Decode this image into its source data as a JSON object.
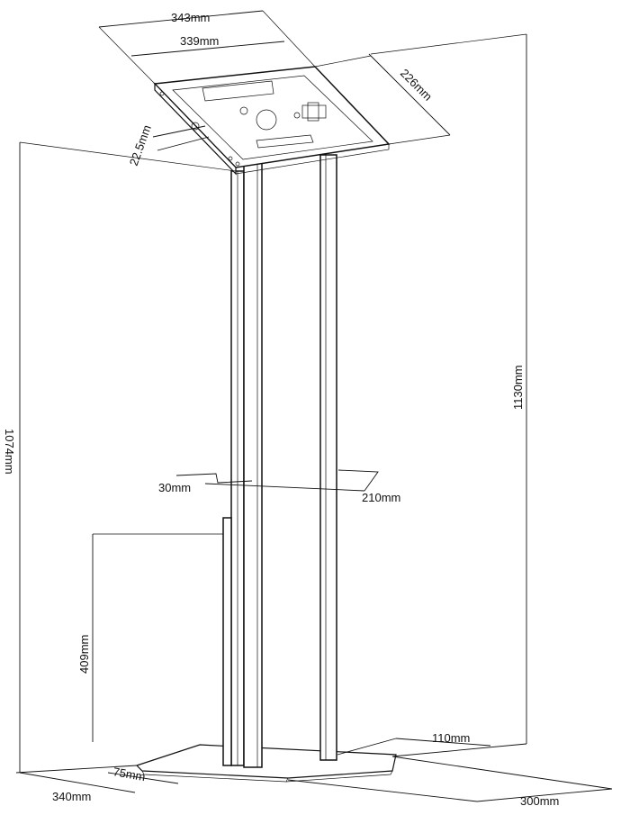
{
  "dimensions": {
    "panel_outer_width": "343mm",
    "panel_inner_width": "339mm",
    "panel_depth": "226mm",
    "panel_thickness": "22.5mm",
    "overall_height": "1130mm",
    "panel_front_height": "1074mm",
    "column_width": "30mm",
    "column_depth": "210mm",
    "cable_opening_height": "409mm",
    "column_offset": "110mm",
    "base_edge_offset": "75mm",
    "base_width": "340mm",
    "base_depth": "300mm"
  },
  "colors": {
    "line": "#111111",
    "background": "#ffffff"
  }
}
